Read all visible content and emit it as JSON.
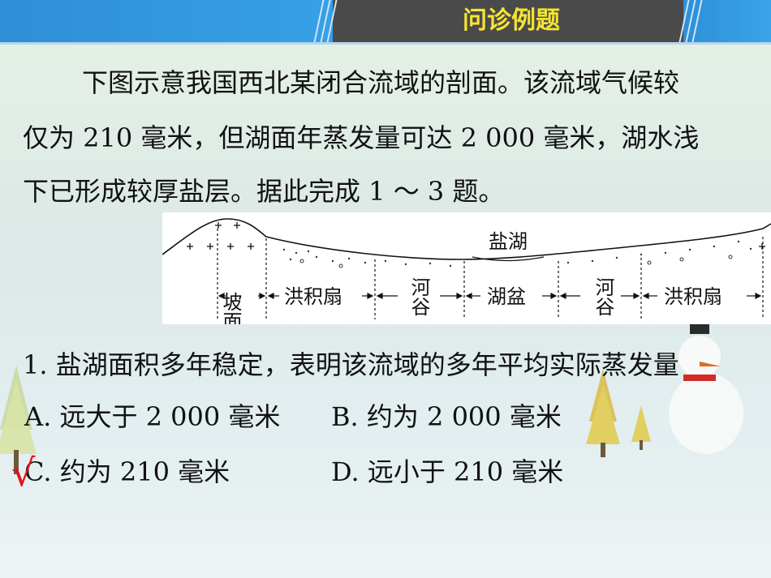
{
  "header": {
    "title": "问诊例题"
  },
  "passage": {
    "line1": "下图示意我国西北某闭合流域的剖面。该流域气候较",
    "line2": "仅为 210 毫米，但湖面年蒸发量可达 2 000 毫米，湖水浅",
    "line3": "下已形成较厚盐层。据此完成 1 ～ 3 题。"
  },
  "figure": {
    "lake_label": "盐湖",
    "zones": [
      "坡面",
      "洪积扇",
      "河谷",
      "湖盆",
      "河谷",
      "洪积扇"
    ]
  },
  "question": {
    "stem": "1. 盐湖面积多年稳定，表明该流域的多年平均实际蒸发量",
    "options": [
      {
        "key": "A",
        "text": "A. 远大于 2 000 毫米"
      },
      {
        "key": "B",
        "text": "B. 约为 2 000 毫米"
      },
      {
        "key": "C",
        "text": "C. 约为 210 毫米"
      },
      {
        "key": "D",
        "text": "D. 远小于 210 毫米"
      }
    ],
    "mark": "√"
  },
  "colors": {
    "title_yellow": "#f4e431",
    "check_red": "#e0141e",
    "header_blue": "#2f8fd6"
  }
}
